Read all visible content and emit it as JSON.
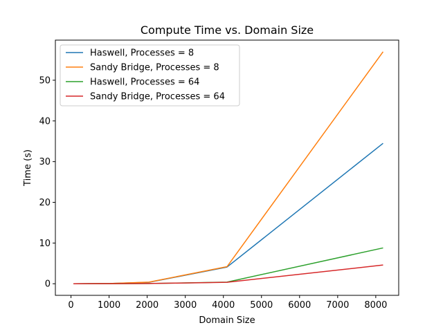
{
  "chart_data": {
    "type": "line",
    "title": "Compute Time vs. Domain Size",
    "xlabel": "Domain Size",
    "ylabel": "Time (s)",
    "xlim": [
      -410,
      8602
    ],
    "ylim": [
      -2.85,
      59.85
    ],
    "xticks": [
      0,
      1000,
      2000,
      3000,
      4000,
      5000,
      6000,
      7000,
      8000
    ],
    "yticks": [
      0,
      10,
      20,
      30,
      40,
      50
    ],
    "x": [
      64,
      1024,
      2048,
      4096,
      8192
    ],
    "grid": false,
    "legend_position": "upper-left",
    "series": [
      {
        "name": "Haswell, Processes = 8",
        "color": "#1f77b4",
        "values": [
          0.0,
          0.05,
          0.35,
          4.1,
          34.5
        ]
      },
      {
        "name": "Sandy Bridge, Processes = 8",
        "color": "#ff7f0e",
        "values": [
          0.0,
          0.05,
          0.4,
          4.2,
          57.0
        ]
      },
      {
        "name": "Haswell, Processes = 64",
        "color": "#2ca02c",
        "values": [
          0.0,
          0.02,
          0.05,
          0.4,
          8.8
        ]
      },
      {
        "name": "Sandy Bridge, Processes = 64",
        "color": "#d62728",
        "values": [
          0.0,
          0.02,
          0.05,
          0.35,
          4.6
        ]
      }
    ]
  }
}
